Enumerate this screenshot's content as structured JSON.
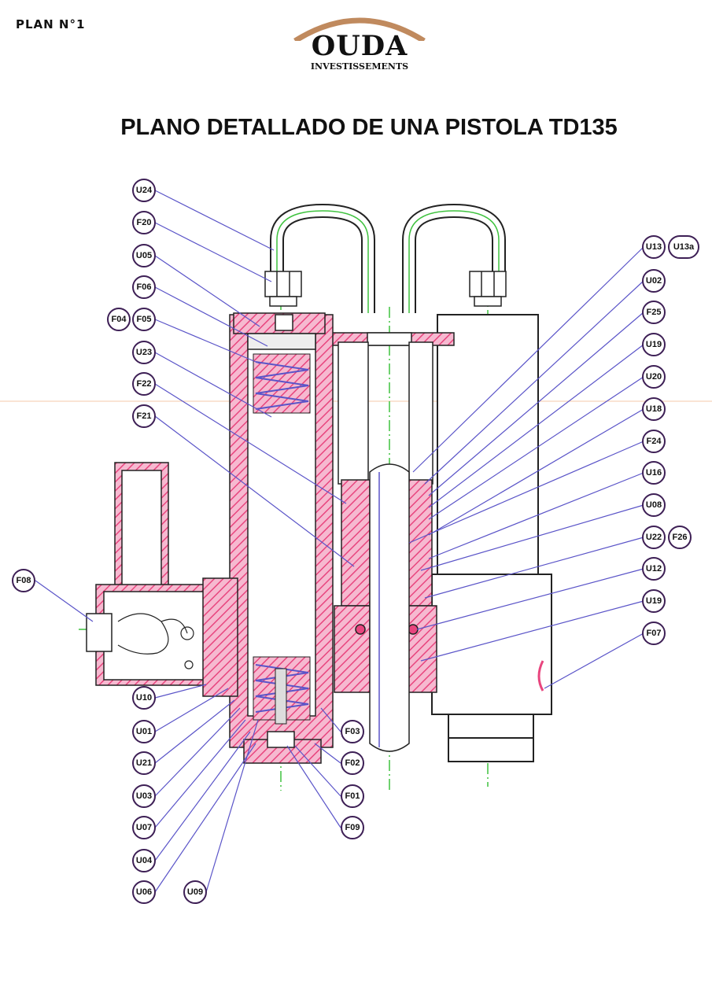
{
  "header": {
    "plan_label": "PLAN N°1",
    "logo_name": "OUDA",
    "logo_subtitle": "INVESTISSEMENTS",
    "title": "PLANO DETALLADO DE UNA PISTOLA TD135"
  },
  "colors": {
    "part_pink": "#e8457e",
    "leader_line": "#5a54c8",
    "axis_green": "#3ec23e",
    "outline": "#222222",
    "callout_border": "#3d1f55",
    "logo_arc": "#c08a5e"
  },
  "callouts": {
    "u24": "U24",
    "f20": "F20",
    "u05": "U05",
    "f06": "F06",
    "f04": "F04",
    "f05": "F05",
    "u23": "U23",
    "f22": "F22",
    "f21": "F21",
    "f08": "F08",
    "u10": "U10",
    "u01": "U01",
    "u21": "U21",
    "u03": "U03",
    "u07": "U07",
    "u04": "U04",
    "u06": "U06",
    "u09": "U09",
    "f03": "F03",
    "f02": "F02",
    "f01": "F01",
    "f09": "F09",
    "u13": "U13",
    "u13a": "U13a",
    "u02": "U02",
    "f25": "F25",
    "u19a": "U19",
    "u20": "U20",
    "u18": "U18",
    "f24": "F24",
    "u16": "U16",
    "u08": "U08",
    "u22": "U22",
    "f26": "F26",
    "u12": "U12",
    "u19b": "U19",
    "f07": "F07"
  }
}
